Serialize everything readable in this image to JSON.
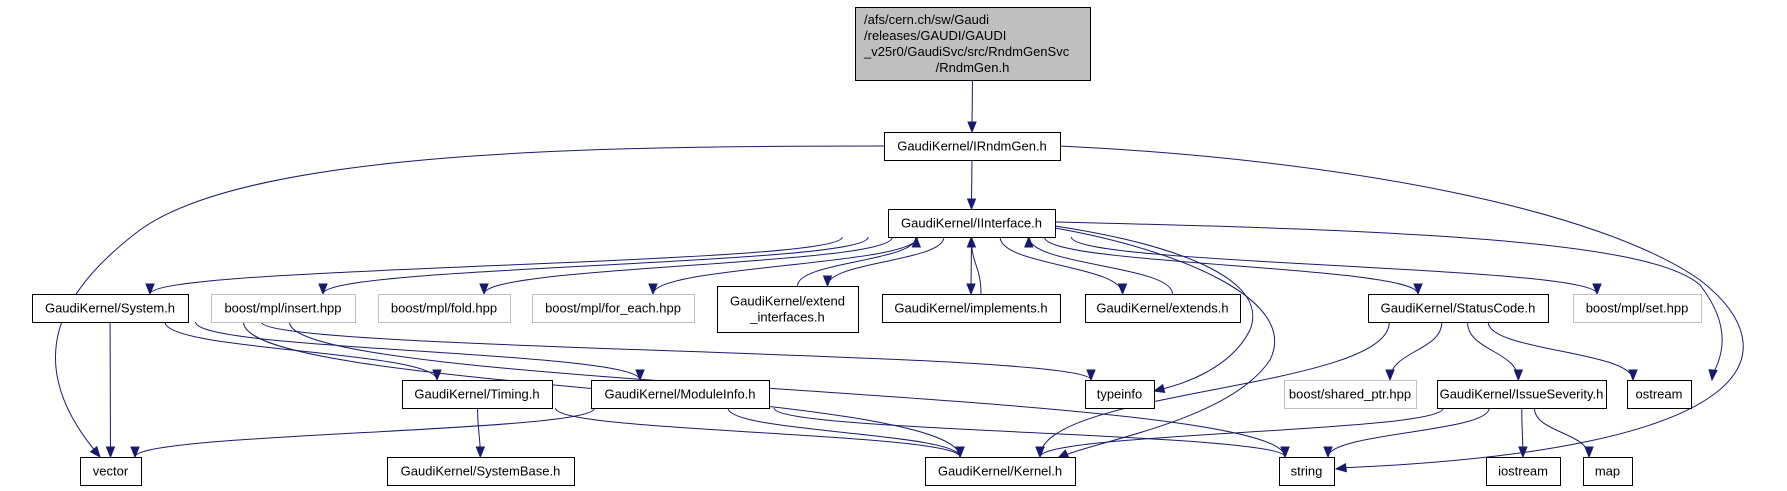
{
  "graph": {
    "title": "Include dependency graph for RndmGen.h",
    "edge_color": "#191970",
    "root_fill": "#bfbfbf",
    "external_border": "#bfbfbf",
    "nodes": [
      {
        "id": "root",
        "label_lines": [
          "/afs/cern.ch/sw/Gaudi",
          "/releases/GAUDI/GAUDI",
          "_v25r0/GaudiSvc/src/RndmGenSvc",
          "/RndmGen.h"
        ],
        "kind": "root"
      },
      {
        "id": "irndmgen",
        "label_lines": [
          "GaudiKernel/IRndmGen.h"
        ],
        "kind": "internal"
      },
      {
        "id": "iinterface",
        "label_lines": [
          "GaudiKernel/IInterface.h"
        ],
        "kind": "internal"
      },
      {
        "id": "system",
        "label_lines": [
          "GaudiKernel/System.h"
        ],
        "kind": "internal"
      },
      {
        "id": "insert",
        "label_lines": [
          "boost/mpl/insert.hpp"
        ],
        "kind": "external"
      },
      {
        "id": "fold",
        "label_lines": [
          "boost/mpl/fold.hpp"
        ],
        "kind": "external"
      },
      {
        "id": "for_each",
        "label_lines": [
          "boost/mpl/for_each.hpp"
        ],
        "kind": "external"
      },
      {
        "id": "extend_interfaces",
        "label_lines": [
          "GaudiKernel/extend",
          "_interfaces.h"
        ],
        "kind": "internal"
      },
      {
        "id": "implements",
        "label_lines": [
          "GaudiKernel/implements.h"
        ],
        "kind": "internal"
      },
      {
        "id": "extends",
        "label_lines": [
          "GaudiKernel/extends.h"
        ],
        "kind": "internal"
      },
      {
        "id": "statuscode",
        "label_lines": [
          "GaudiKernel/StatusCode.h"
        ],
        "kind": "internal"
      },
      {
        "id": "set",
        "label_lines": [
          "boost/mpl/set.hpp"
        ],
        "kind": "external"
      },
      {
        "id": "timing",
        "label_lines": [
          "GaudiKernel/Timing.h"
        ],
        "kind": "internal"
      },
      {
        "id": "moduleinfo",
        "label_lines": [
          "GaudiKernel/ModuleInfo.h"
        ],
        "kind": "internal"
      },
      {
        "id": "typeinfo",
        "label_lines": [
          "typeinfo"
        ],
        "kind": "internal"
      },
      {
        "id": "shared_ptr",
        "label_lines": [
          "boost/shared_ptr.hpp"
        ],
        "kind": "external"
      },
      {
        "id": "issueseverity",
        "label_lines": [
          "GaudiKernel/IssueSeverity.h"
        ],
        "kind": "internal"
      },
      {
        "id": "ostream",
        "label_lines": [
          "ostream"
        ],
        "kind": "internal"
      },
      {
        "id": "vector",
        "label_lines": [
          "vector"
        ],
        "kind": "internal"
      },
      {
        "id": "systembase",
        "label_lines": [
          "GaudiKernel/SystemBase.h"
        ],
        "kind": "internal"
      },
      {
        "id": "kernel",
        "label_lines": [
          "GaudiKernel/Kernel.h"
        ],
        "kind": "internal"
      },
      {
        "id": "string",
        "label_lines": [
          "string"
        ],
        "kind": "internal"
      },
      {
        "id": "iostream",
        "label_lines": [
          "iostream"
        ],
        "kind": "internal"
      },
      {
        "id": "map",
        "label_lines": [
          "map"
        ],
        "kind": "internal"
      }
    ],
    "edges": [
      [
        "root",
        "irndmgen"
      ],
      [
        "irndmgen",
        "iinterface"
      ],
      [
        "irndmgen",
        "vector"
      ],
      [
        "irndmgen",
        "string"
      ],
      [
        "iinterface",
        "system"
      ],
      [
        "iinterface",
        "insert"
      ],
      [
        "iinterface",
        "fold"
      ],
      [
        "iinterface",
        "for_each"
      ],
      [
        "iinterface",
        "extend_interfaces"
      ],
      [
        "extend_interfaces",
        "iinterface"
      ],
      [
        "iinterface",
        "implements"
      ],
      [
        "implements",
        "iinterface"
      ],
      [
        "iinterface",
        "extends"
      ],
      [
        "extends",
        "iinterface"
      ],
      [
        "iinterface",
        "statuscode"
      ],
      [
        "iinterface",
        "set"
      ],
      [
        "iinterface",
        "typeinfo"
      ],
      [
        "iinterface",
        "kernel"
      ],
      [
        "iinterface",
        "ostream"
      ],
      [
        "system",
        "vector"
      ],
      [
        "system",
        "timing"
      ],
      [
        "system",
        "moduleinfo"
      ],
      [
        "system",
        "typeinfo"
      ],
      [
        "system",
        "kernel"
      ],
      [
        "system",
        "string"
      ],
      [
        "timing",
        "systembase"
      ],
      [
        "timing",
        "kernel"
      ],
      [
        "moduleinfo",
        "vector"
      ],
      [
        "moduleinfo",
        "kernel"
      ],
      [
        "moduleinfo",
        "string"
      ],
      [
        "statuscode",
        "shared_ptr"
      ],
      [
        "statuscode",
        "issueseverity"
      ],
      [
        "statuscode",
        "ostream"
      ],
      [
        "statuscode",
        "kernel"
      ],
      [
        "issueseverity",
        "kernel"
      ],
      [
        "issueseverity",
        "string"
      ],
      [
        "issueseverity",
        "iostream"
      ],
      [
        "issueseverity",
        "map"
      ]
    ]
  }
}
